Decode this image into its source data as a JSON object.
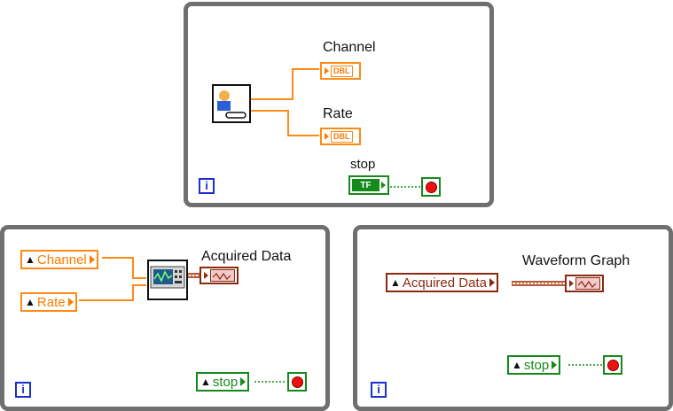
{
  "top_loop": {
    "iteration_glyph": "i",
    "indicators": [
      {
        "label": "Channel",
        "type_text": "DBL"
      },
      {
        "label": "Rate",
        "type_text": "DBL"
      }
    ],
    "stop": {
      "label": "stop",
      "type_text": "TF"
    }
  },
  "left_loop": {
    "iteration_glyph": "i",
    "inputs": [
      {
        "text": "Channel"
      },
      {
        "text": "Rate"
      }
    ],
    "output_label": "Acquired Data",
    "stop_text": "stop"
  },
  "right_loop": {
    "iteration_glyph": "i",
    "input_text": "Acquired Data",
    "output_label": "Waveform Graph",
    "stop_text": "stop"
  },
  "colors": {
    "loop_border": "#6f6f6f",
    "dbl_orange": "#ff8a15",
    "boolean_green": "#148a1a",
    "waveform_brown": "#8b2a10",
    "iteration_blue": "#1b2fd0",
    "stop_red": "#e11111"
  }
}
